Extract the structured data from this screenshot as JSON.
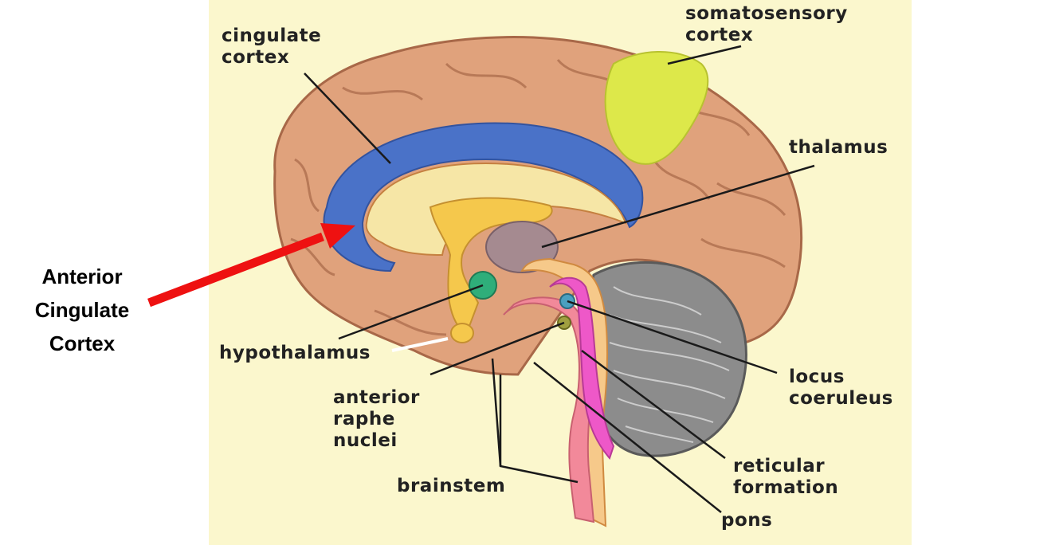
{
  "labels": {
    "cingulate_cortex": "cingulate\ncortex",
    "somatosensory_cortex": "somatosensory\ncortex",
    "thalamus": "thalamus",
    "hypothalamus": "hypothalamus",
    "anterior_raphe_nuclei": "anterior\nraphe\nnuclei",
    "brainstem": "brainstem",
    "locus_coeruleus": "locus\ncoeruleus",
    "reticular_formation": "reticular\nformation",
    "pons": "pons"
  },
  "callout": {
    "text": "Anterior\nCingulate\nCortex",
    "arrow_color": "#ee1111"
  },
  "colors": {
    "panel_background": "#fbf7cd",
    "cortex": "#e0a27c",
    "cingulate_region": "#4a72c8",
    "somatosensory_region": "#dde84a",
    "thalamus_region": "#a58a90",
    "hypothalamus_region": "#2fae7a",
    "cerebellum": "#8c8c8c",
    "brainstem_pink": "#f2899a",
    "reticular_magenta": "#ee58c8"
  }
}
